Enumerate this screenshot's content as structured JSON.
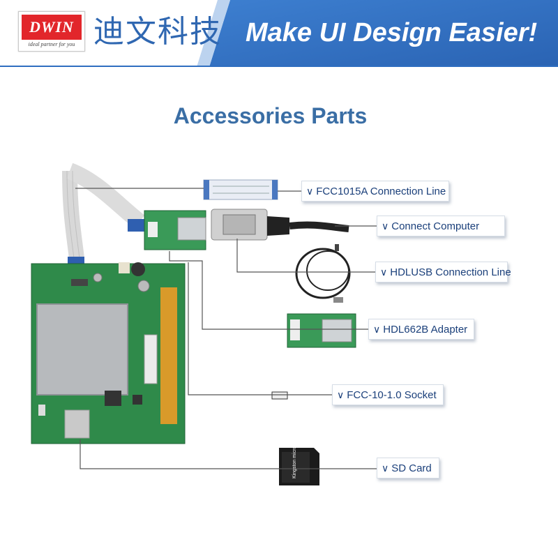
{
  "header": {
    "brand_logo": "DWIN",
    "brand_tagline": "ideal partner for you",
    "company_name_cn": "迪文科技",
    "slogan": "Make UI Design Easier!"
  },
  "title": "Accessories Parts",
  "labels": [
    {
      "id": "fcc1015a",
      "text": "FCC1015A Connection Line"
    },
    {
      "id": "connect-computer",
      "text": "Connect Computer"
    },
    {
      "id": "hdlusb",
      "text": "HDLUSB Connection Line"
    },
    {
      "id": "hdl662b",
      "text": "HDL662B Adapter"
    },
    {
      "id": "fcc-socket",
      "text": "FCC-10-1.0 Socket"
    },
    {
      "id": "sd-card",
      "text": "SD Card"
    }
  ],
  "sd_card_text": "Kingston microSD",
  "colors": {
    "banner_blue": "#2f6ec0",
    "title_blue": "#3a6ea5",
    "label_text": "#1a3f7a",
    "pcb_green": "#2f8a4a",
    "logo_red": "#e2262b"
  }
}
